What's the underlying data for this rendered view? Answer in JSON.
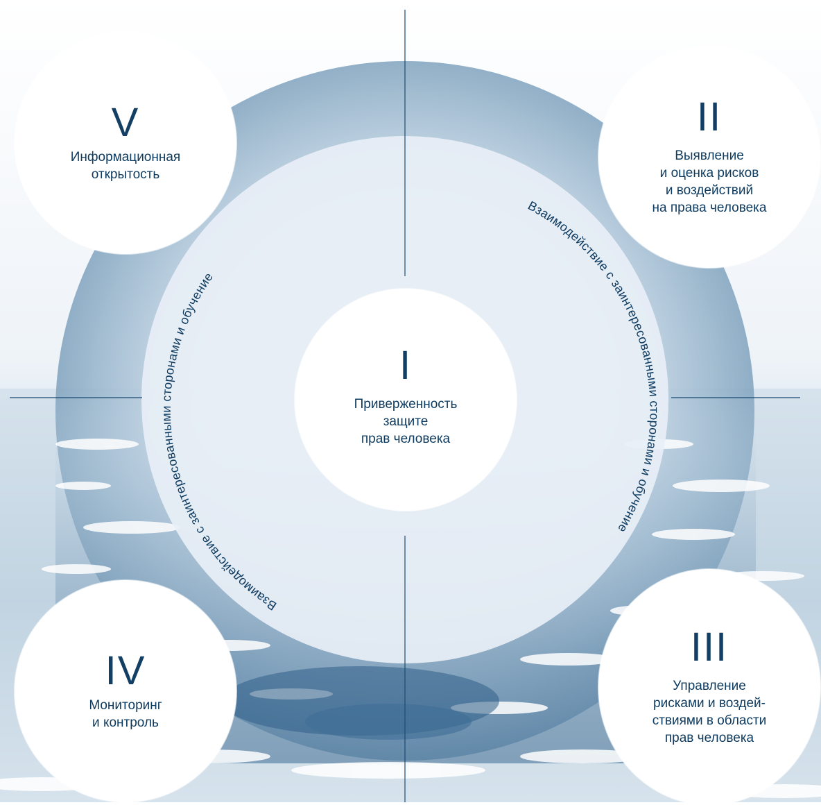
{
  "stages": [
    {
      "numeral": "I",
      "lines": [
        "Приверженность",
        "защите",
        "прав человека"
      ]
    },
    {
      "numeral": "II",
      "lines": [
        "Выявление",
        "и оценка рисков",
        "и воздействий",
        "на права человека"
      ]
    },
    {
      "numeral": "III",
      "lines": [
        "Управление",
        "рисками и воздей-",
        "ствиями в области",
        "прав человека"
      ]
    },
    {
      "numeral": "IV",
      "lines": [
        "Мониторинг",
        "и контроль"
      ]
    },
    {
      "numeral": "V",
      "lines": [
        "Информационная",
        "открытость"
      ]
    }
  ],
  "ring_labels": {
    "left": "Взаимодействие с заинтересованными сторонами и обучение",
    "right": "Взаимодействие с заинтересованными сторонами и обучение"
  },
  "colors": {
    "text": "#0d3a5f",
    "line": "#1c4a70",
    "circle": "#ffffff"
  }
}
